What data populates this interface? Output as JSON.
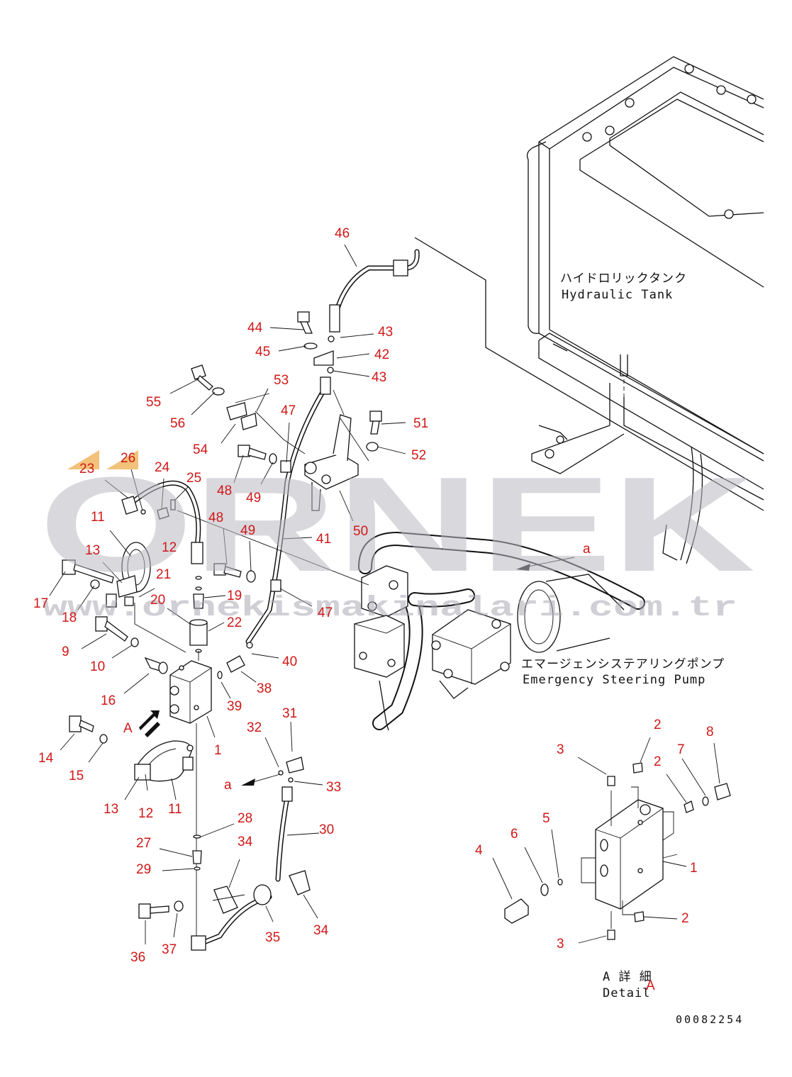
{
  "callouts": [
    {
      "id": "c46",
      "text": "46"
    },
    {
      "id": "c44",
      "text": "44"
    },
    {
      "id": "c43a",
      "text": "43"
    },
    {
      "id": "c45",
      "text": "45"
    },
    {
      "id": "c42",
      "text": "42"
    },
    {
      "id": "c43b",
      "text": "43"
    },
    {
      "id": "c55",
      "text": "55"
    },
    {
      "id": "c53",
      "text": "53"
    },
    {
      "id": "c56",
      "text": "56"
    },
    {
      "id": "c47a",
      "text": "47"
    },
    {
      "id": "c51",
      "text": "51"
    },
    {
      "id": "c54",
      "text": "54"
    },
    {
      "id": "c52",
      "text": "52"
    },
    {
      "id": "c23",
      "text": "23"
    },
    {
      "id": "c26",
      "text": "26"
    },
    {
      "id": "c24",
      "text": "24"
    },
    {
      "id": "c48a",
      "text": "48"
    },
    {
      "id": "c25",
      "text": "25"
    },
    {
      "id": "c49a",
      "text": "49"
    },
    {
      "id": "c50",
      "text": "50"
    },
    {
      "id": "c11a",
      "text": "11"
    },
    {
      "id": "c48b",
      "text": "48"
    },
    {
      "id": "c12a",
      "text": "12"
    },
    {
      "id": "c49b",
      "text": "49"
    },
    {
      "id": "c41",
      "text": "41"
    },
    {
      "id": "c13a",
      "text": "13"
    },
    {
      "id": "c21",
      "text": "21"
    },
    {
      "id": "c19",
      "text": "19"
    },
    {
      "id": "c17",
      "text": "17"
    },
    {
      "id": "c20",
      "text": "20"
    },
    {
      "id": "c47b",
      "text": "47"
    },
    {
      "id": "c18",
      "text": "18"
    },
    {
      "id": "c22",
      "text": "22"
    },
    {
      "id": "c9",
      "text": "9"
    },
    {
      "id": "c10",
      "text": "10"
    },
    {
      "id": "c40",
      "text": "40"
    },
    {
      "id": "c38",
      "text": "38"
    },
    {
      "id": "c16",
      "text": "16"
    },
    {
      "id": "c39",
      "text": "39"
    },
    {
      "id": "c31",
      "text": "31"
    },
    {
      "id": "c32",
      "text": "32"
    },
    {
      "id": "c1a",
      "text": "1"
    },
    {
      "id": "c14",
      "text": "14"
    },
    {
      "id": "c15",
      "text": "15"
    },
    {
      "id": "c33",
      "text": "33"
    },
    {
      "id": "c13b",
      "text": "13"
    },
    {
      "id": "c12b",
      "text": "12"
    },
    {
      "id": "c11b",
      "text": "11"
    },
    {
      "id": "c28",
      "text": "28"
    },
    {
      "id": "c30",
      "text": "30"
    },
    {
      "id": "c27",
      "text": "27"
    },
    {
      "id": "c34a",
      "text": "34"
    },
    {
      "id": "c29",
      "text": "29"
    },
    {
      "id": "c36",
      "text": "36"
    },
    {
      "id": "c37",
      "text": "37"
    },
    {
      "id": "c35",
      "text": "35"
    },
    {
      "id": "c34b",
      "text": "34"
    },
    {
      "id": "d2a",
      "text": "2"
    },
    {
      "id": "d8",
      "text": "8"
    },
    {
      "id": "d3a",
      "text": "3"
    },
    {
      "id": "d7",
      "text": "7"
    },
    {
      "id": "d2b",
      "text": "2"
    },
    {
      "id": "d5",
      "text": "5"
    },
    {
      "id": "d6",
      "text": "6"
    },
    {
      "id": "d4",
      "text": "4"
    },
    {
      "id": "d1",
      "text": "1"
    },
    {
      "id": "d2c",
      "text": "2"
    },
    {
      "id": "d3b",
      "text": "3"
    }
  ],
  "view_markers": {
    "arrow_a_1": "a",
    "arrow_a_2": "a",
    "view_a": "A",
    "detail_a": "A"
  },
  "notes": {
    "hydraulic_tank_jp": "ハイドロリックタンク",
    "hydraulic_tank_en": "Hydraulic Tank",
    "pump_jp": "エマージェンシステアリングポンプ",
    "pump_en": "Emergency Steering Pump",
    "detail_jp": "A 詳 細",
    "detail_en": "Detail",
    "drawing_code": "00082254"
  },
  "watermark": {
    "brand": "ORNEK",
    "url": "www.ornekismakinalari.com.tr"
  },
  "colors": {
    "callout": "#d01818",
    "line": "#111111",
    "watermark": "#b9b9c3",
    "warning_triangle": "#f2c27a"
  }
}
